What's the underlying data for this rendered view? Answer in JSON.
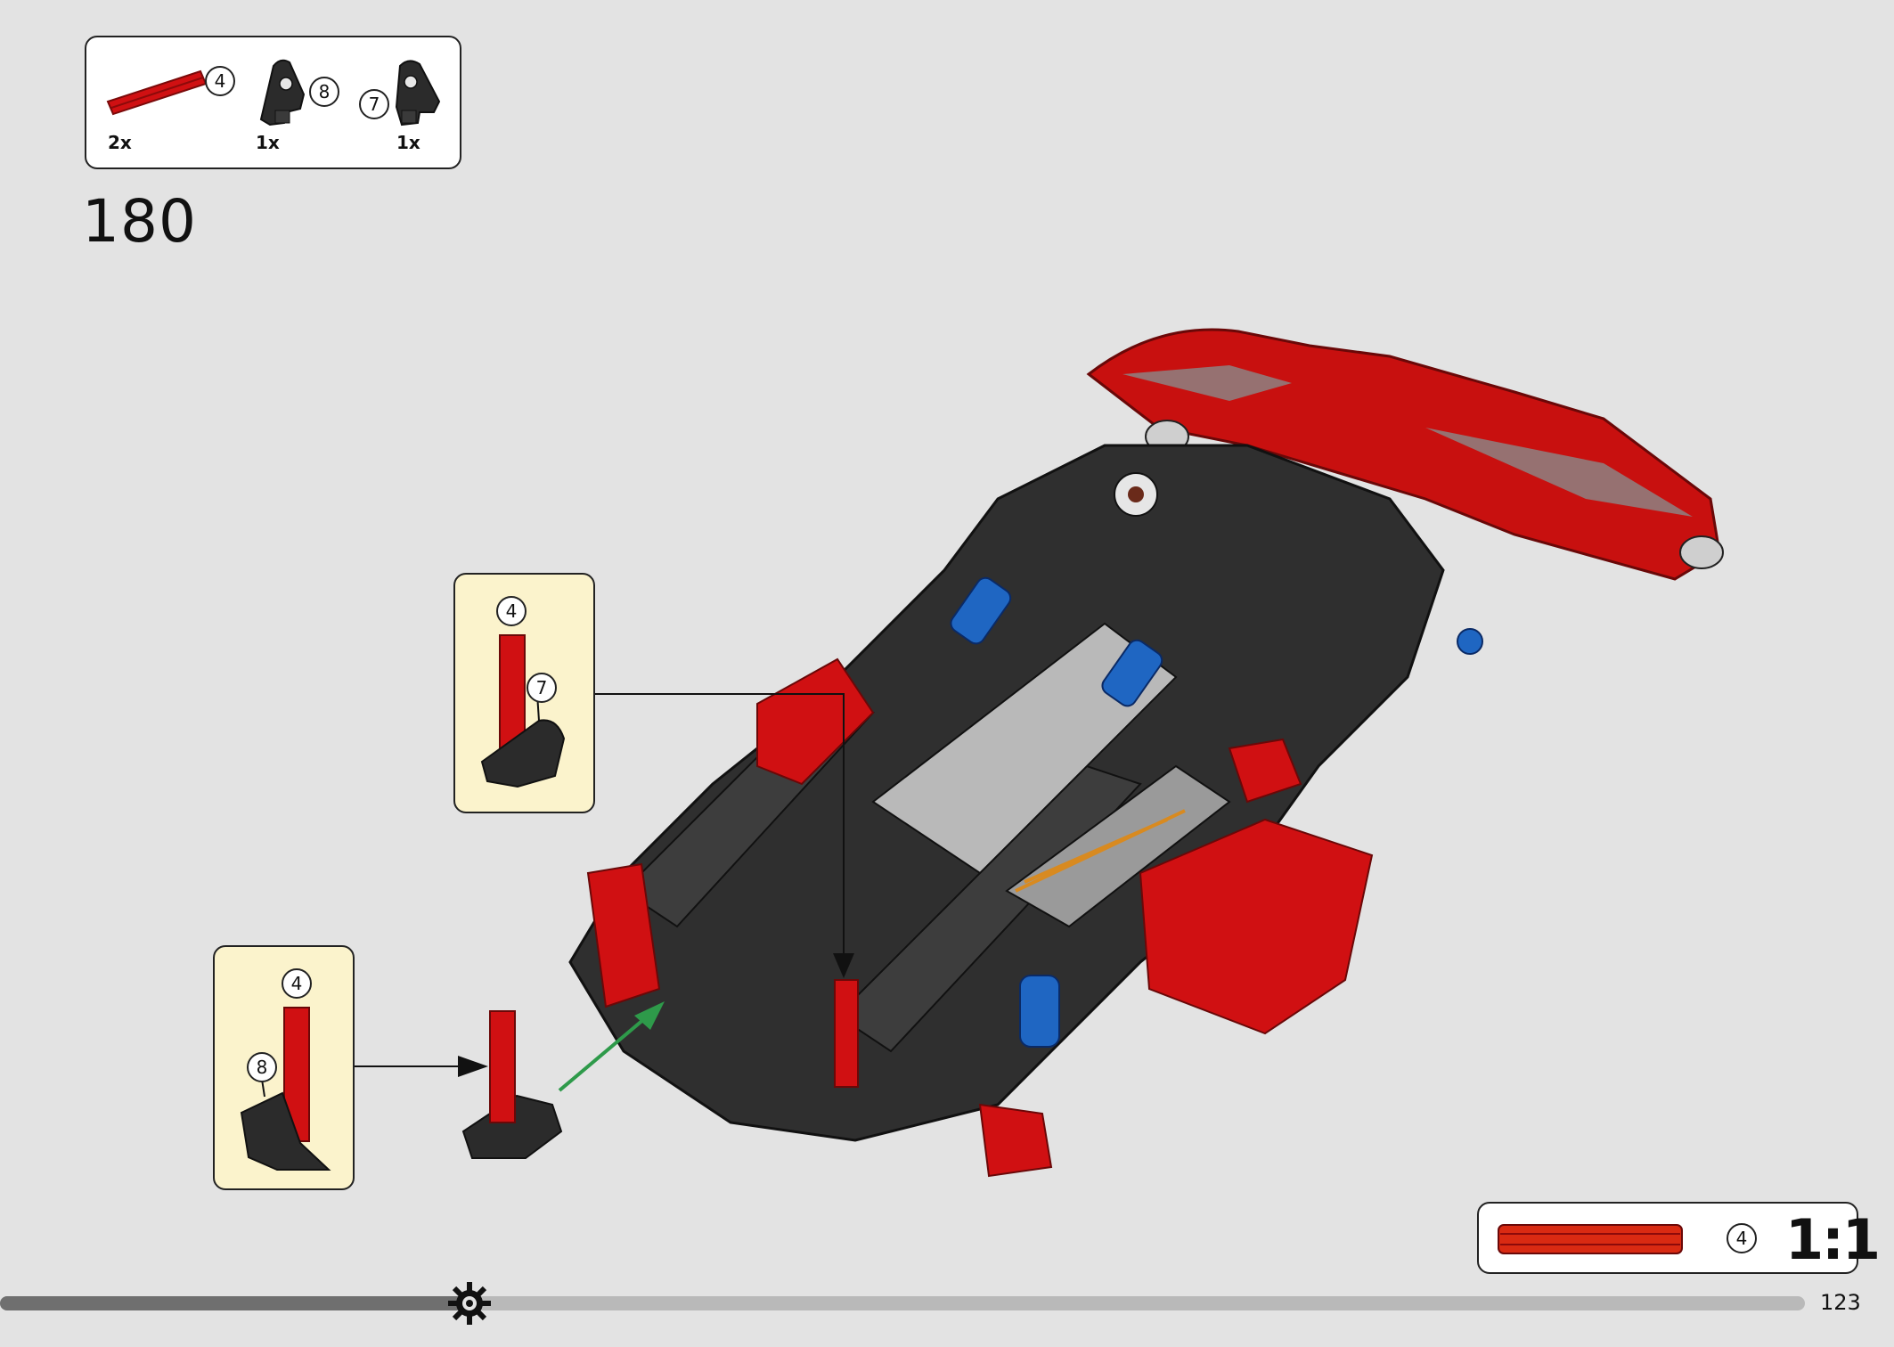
{
  "parts_list": {
    "items": [
      {
        "part_number": "4",
        "quantity": "2x",
        "color": "#d01012"
      },
      {
        "part_number": "8",
        "quantity": "1x",
        "color": "#2b2b2b"
      },
      {
        "part_number": "7",
        "quantity": "1x",
        "color": "#2b2b2b"
      }
    ]
  },
  "step": {
    "number": "180"
  },
  "callouts": [
    {
      "axle_number": "4",
      "connector_number": "7"
    },
    {
      "axle_number": "4",
      "connector_number": "8"
    }
  ],
  "scale_reference": {
    "part_number": "4",
    "scale": "1:1"
  },
  "progress": {
    "fraction": 0.26,
    "page_number": "123"
  },
  "icons": {
    "progress_marker": "gear-icon"
  },
  "colors": {
    "brand_red": "#d01012",
    "dark_gray": "#2f2f2f",
    "callout_bg": "#fbf3cc",
    "arrow_green": "#2e9a4a"
  }
}
